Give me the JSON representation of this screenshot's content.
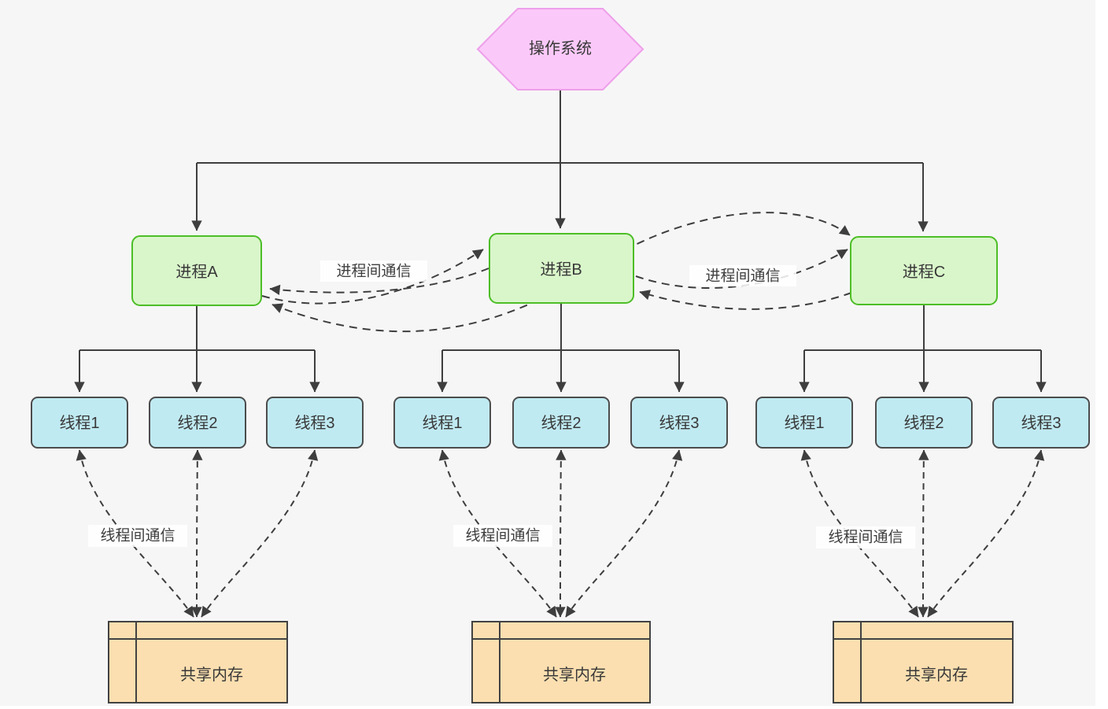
{
  "os": {
    "label": "操作系统"
  },
  "processes": [
    {
      "label": "进程A"
    },
    {
      "label": "进程B"
    },
    {
      "label": "进程C"
    }
  ],
  "groups": [
    {
      "threads": [
        "线程1",
        "线程2",
        "线程3"
      ],
      "memory_label": "共享内存",
      "thread_comm_label": "线程间通信"
    },
    {
      "threads": [
        "线程1",
        "线程2",
        "线程3"
      ],
      "memory_label": "共享内存",
      "thread_comm_label": "线程间通信"
    },
    {
      "threads": [
        "线程1",
        "线程2",
        "线程3"
      ],
      "memory_label": "共享内存",
      "thread_comm_label": "线程间通信"
    }
  ],
  "ipc": [
    {
      "label": "进程间通信"
    },
    {
      "label": "进程间通信"
    }
  ],
  "colors": {
    "background": "#f6f6f7",
    "os_fill": "#fbc9f9",
    "os_stroke": "#ee9fe9",
    "process_fill": "#d9f6ca",
    "process_stroke": "#4dbe27",
    "thread_fill": "#c0eaf2",
    "thread_stroke": "#4c4c4c",
    "memory_fill": "#fbdfb0",
    "memory_stroke": "#424242",
    "line": "#3e3e3e",
    "text": "#383838"
  }
}
